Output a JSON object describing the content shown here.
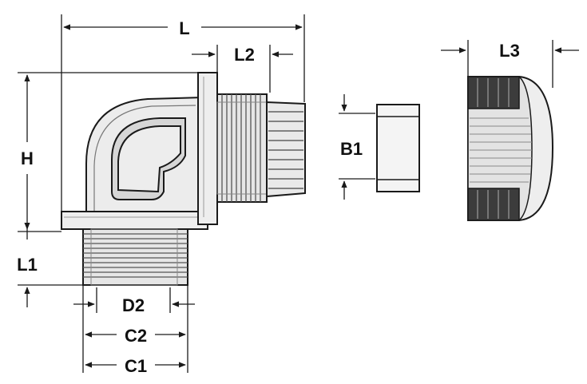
{
  "diagram": {
    "labels": {
      "L": "L",
      "L2": "L2",
      "L3": "L3",
      "H": "H",
      "B1": "B1",
      "L1": "L1",
      "D2": "D2",
      "C2": "C2",
      "C1": "C1"
    },
    "colors": {
      "line": "#1a1a1a",
      "body_fill": "#f2f2f2",
      "shade": "#d6d6d6",
      "dark_knurl": "#3c3c3c"
    }
  }
}
